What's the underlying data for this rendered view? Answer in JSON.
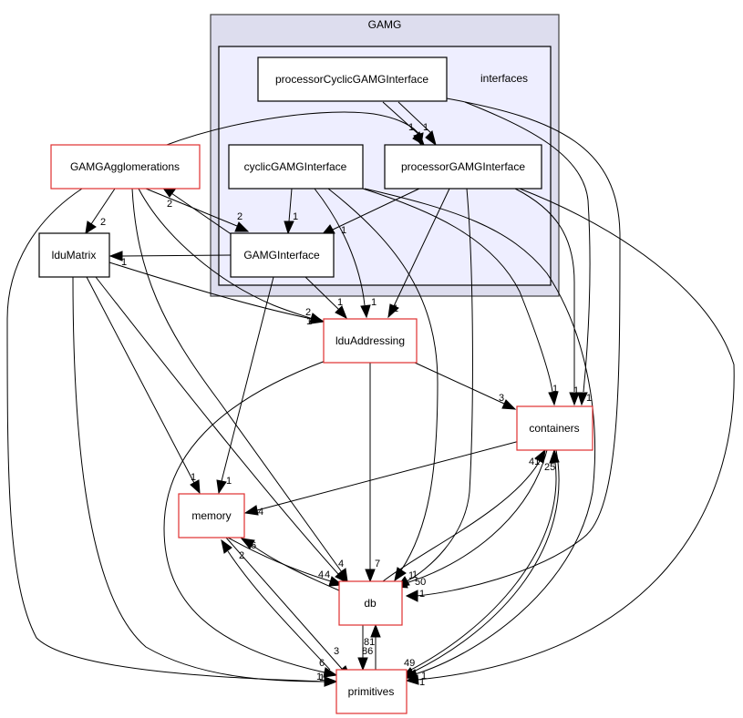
{
  "clusters": {
    "gamg": {
      "label": "GAMG"
    },
    "interfaces": {
      "label": "interfaces"
    }
  },
  "nodes": {
    "processorCyclicGAMGInterface": {
      "label": "processorCyclicGAMGInterface",
      "style": "folder"
    },
    "cyclicGAMGInterface": {
      "label": "cyclicGAMGInterface",
      "style": "folder"
    },
    "processorGAMGInterface": {
      "label": "processorGAMGInterface",
      "style": "folder"
    },
    "GAMGInterface": {
      "label": "GAMGInterface",
      "style": "folder"
    },
    "GAMGAgglomerations": {
      "label": "GAMGAgglomerations",
      "style": "external"
    },
    "lduMatrix": {
      "label": "lduMatrix",
      "style": "folder"
    },
    "lduAddressing": {
      "label": "lduAddressing",
      "style": "external"
    },
    "containers": {
      "label": "containers",
      "style": "external"
    },
    "memory": {
      "label": "memory",
      "style": "external"
    },
    "db": {
      "label": "db",
      "style": "external"
    },
    "primitives": {
      "label": "primitives",
      "style": "external"
    }
  },
  "edges": [
    {
      "id": "pc-p",
      "from": "processorCyclicGAMGInterface",
      "to": "processorGAMGInterface",
      "label": "1"
    },
    {
      "id": "pc-db",
      "from": "processorCyclicGAMGInterface",
      "to": "db",
      "label": "1"
    },
    {
      "id": "pc-cont",
      "from": "processorCyclicGAMGInterface",
      "to": "containers",
      "label": "1"
    },
    {
      "id": "agg-p",
      "from": "GAMGAgglomerations",
      "to": "processorGAMGInterface",
      "label": "1"
    },
    {
      "id": "agg-ldu",
      "from": "GAMGAgglomerations",
      "to": "lduMatrix",
      "label": "2"
    },
    {
      "id": "agg-gi",
      "from": "GAMGAgglomerations",
      "to": "GAMGInterface",
      "label": "2"
    },
    {
      "id": "gi-agg",
      "from": "GAMGInterface",
      "to": "GAMGAgglomerations",
      "label": "2"
    },
    {
      "id": "agg-la",
      "from": "GAMGAgglomerations",
      "to": "lduAddressing",
      "label": "1"
    },
    {
      "id": "agg-db",
      "from": "GAMGAgglomerations",
      "to": "db",
      "label": "4"
    },
    {
      "id": "agg-pr",
      "from": "GAMGAgglomerations",
      "to": "primitives",
      "label": "1"
    },
    {
      "id": "cy-gi",
      "from": "cyclicGAMGInterface",
      "to": "GAMGInterface",
      "label": "1"
    },
    {
      "id": "cy-la",
      "from": "cyclicGAMGInterface",
      "to": "lduAddressing",
      "label": "1"
    },
    {
      "id": "cy-db",
      "from": "cyclicGAMGInterface",
      "to": "db",
      "label": "1"
    },
    {
      "id": "cy-cont",
      "from": "cyclicGAMGInterface",
      "to": "containers",
      "label": "1"
    },
    {
      "id": "cy-pr",
      "from": "cyclicGAMGInterface",
      "to": "primitives",
      "label": "1"
    },
    {
      "id": "p-gi",
      "from": "processorGAMGInterface",
      "to": "GAMGInterface",
      "label": "1"
    },
    {
      "id": "p-la",
      "from": "processorGAMGInterface",
      "to": "lduAddressing",
      "label": "1"
    },
    {
      "id": "p-db",
      "from": "processorGAMGInterface",
      "to": "db",
      "label": "1"
    },
    {
      "id": "p-cont",
      "from": "processorGAMGInterface",
      "to": "containers",
      "label": "1"
    },
    {
      "id": "p-pr",
      "from": "processorGAMGInterface",
      "to": "primitives",
      "label": "1"
    },
    {
      "id": "gi-ldu",
      "from": "GAMGInterface",
      "to": "lduMatrix",
      "label": "1"
    },
    {
      "id": "gi-la",
      "from": "GAMGInterface",
      "to": "lduAddressing",
      "label": "1"
    },
    {
      "id": "gi-mem",
      "from": "GAMGInterface",
      "to": "memory",
      "label": "1"
    },
    {
      "id": "ldu-la",
      "from": "lduMatrix",
      "to": "lduAddressing",
      "label": "2"
    },
    {
      "id": "ldu-mem",
      "from": "lduMatrix",
      "to": "memory",
      "label": "1"
    },
    {
      "id": "ldu-db",
      "from": "lduMatrix",
      "to": "db",
      "label": "4"
    },
    {
      "id": "ldu-pr",
      "from": "lduMatrix",
      "to": "primitives",
      "label": "6"
    },
    {
      "id": "la-cont",
      "from": "lduAddressing",
      "to": "containers",
      "label": "3"
    },
    {
      "id": "la-db",
      "from": "lduAddressing",
      "to": "db",
      "label": "7"
    },
    {
      "id": "la-pr",
      "from": "lduAddressing",
      "to": "primitives",
      "label": "1"
    },
    {
      "id": "cont-mem",
      "from": "containers",
      "to": "memory",
      "label": "4"
    },
    {
      "id": "cont-db",
      "from": "containers",
      "to": "db",
      "label": "50"
    },
    {
      "id": "cont-pr",
      "from": "containers",
      "to": "primitives",
      "label": "49"
    },
    {
      "id": "mem-db",
      "from": "memory",
      "to": "db",
      "label": "4"
    },
    {
      "id": "mem-pr",
      "from": "memory",
      "to": "primitives",
      "label": "3"
    },
    {
      "id": "db-mem",
      "from": "db",
      "to": "memory",
      "label": "6"
    },
    {
      "id": "db-cont",
      "from": "db",
      "to": "containers",
      "label": "41"
    },
    {
      "id": "db-pr",
      "from": "db",
      "to": "primitives",
      "label": "86"
    },
    {
      "id": "pr-mem",
      "from": "primitives",
      "to": "memory",
      "label": "2"
    },
    {
      "id": "pr-cont",
      "from": "primitives",
      "to": "containers",
      "label": "25"
    },
    {
      "id": "pr-db",
      "from": "primitives",
      "to": "db",
      "label": "81"
    }
  ],
  "colors": {
    "cluster_outer_fill": "#ddddee",
    "cluster_inner_fill": "#eeeeff",
    "external_border": "#e03030",
    "folder_border": "#000000",
    "edge": "#000000"
  }
}
